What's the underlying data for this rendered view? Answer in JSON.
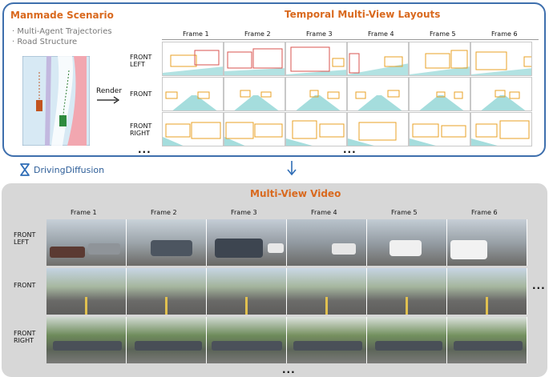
{
  "scenario": {
    "title": "Manmade Scenario",
    "bullets": [
      "Multi-Agent Trajectories",
      "Road Structure"
    ]
  },
  "render_label": "Render",
  "layouts": {
    "title": "Temporal Multi-View Layouts",
    "frames": [
      "Frame 1",
      "Frame 2",
      "Frame 3",
      "Frame 4",
      "Frame 5",
      "Frame 6"
    ],
    "views": [
      "FRONT LEFT",
      "FRONT",
      "FRONT RIGHT"
    ],
    "more_views": "...",
    "more_frames": "..."
  },
  "model": {
    "name": "DrivingDiffusion",
    "icon": "hourglass-icon"
  },
  "video": {
    "title": "Multi-View Video",
    "frames": [
      "Frame 1",
      "Frame 2",
      "Frame 3",
      "Frame 4",
      "Frame 5",
      "Frame 6"
    ],
    "views": [
      "FRONT LEFT",
      "FRONT",
      "FRONT RIGHT"
    ],
    "more_views": "...",
    "more_frames": "..."
  },
  "colors": {
    "border": "#3e6fad",
    "title": "#d9691e",
    "box_orange": "#e8a226",
    "box_red": "#d9534f",
    "road_cyan": "#7fcfcf",
    "panel_gray": "#d7d7d7"
  }
}
